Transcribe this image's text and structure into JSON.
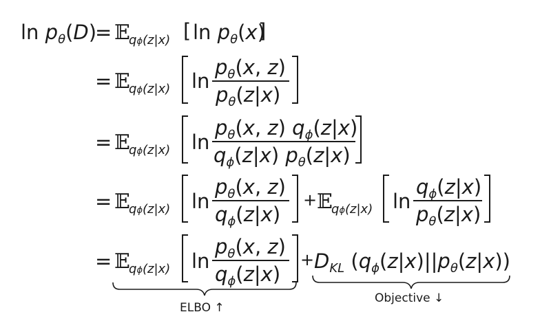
{
  "equations": {
    "lhs": "ln pθ(D)",
    "line1": {
      "rhs": "= 𝔼qϕ(z|x) [ln pθ(x)]"
    },
    "line2": {
      "rhs": "= 𝔼qϕ(z|x) [ln pθ(x, z) / pθ(z|x)]"
    },
    "line3": {
      "rhs": "= 𝔼qϕ(z|x) [ln pθ(x, z) qϕ(z|x) / qϕ(z|x) pθ(z|x)]"
    },
    "line4": {
      "rhs": "= 𝔼qϕ(z|x) [ln pθ(x, z) / qϕ(z|x)] + 𝔼qϕ(z|x) [ln qϕ(z|x) / pθ(z|x)]"
    },
    "line5": {
      "rhs": "= 𝔼qϕ(z|x) [ln pθ(x, z) / qϕ(z|x)] + DKL (qϕ(z|x)||pθ(z|x))"
    }
  },
  "annotations": {
    "elbo_label": "ELBO ↑",
    "objective_label": "Objective ↓"
  }
}
